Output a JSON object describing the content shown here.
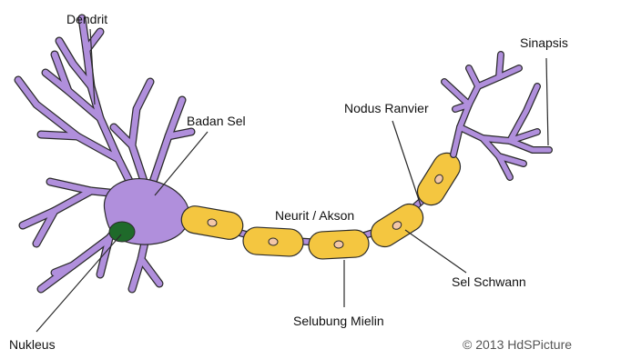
{
  "diagram": {
    "labels": {
      "dendrit": "Dendrit",
      "badan_sel": "Badan Sel",
      "nukleus": "Nukleus",
      "neurit_akson": "Neurit / Akson",
      "selubung_mielin": "Selubung Mielin",
      "nodus_ranvier": "Nodus Ranvier",
      "sel_schwann": "Sel Schwann",
      "sinapsis": "Sinapsis"
    },
    "copyright": "© 2013 HdSPicture"
  },
  "colors": {
    "cell": "#b08fdc",
    "myelin": "#f4c640",
    "nucleus": "#1f6a2a",
    "schwann_nucleus": "#f3c7a8",
    "outline": "#2a2a2a"
  }
}
